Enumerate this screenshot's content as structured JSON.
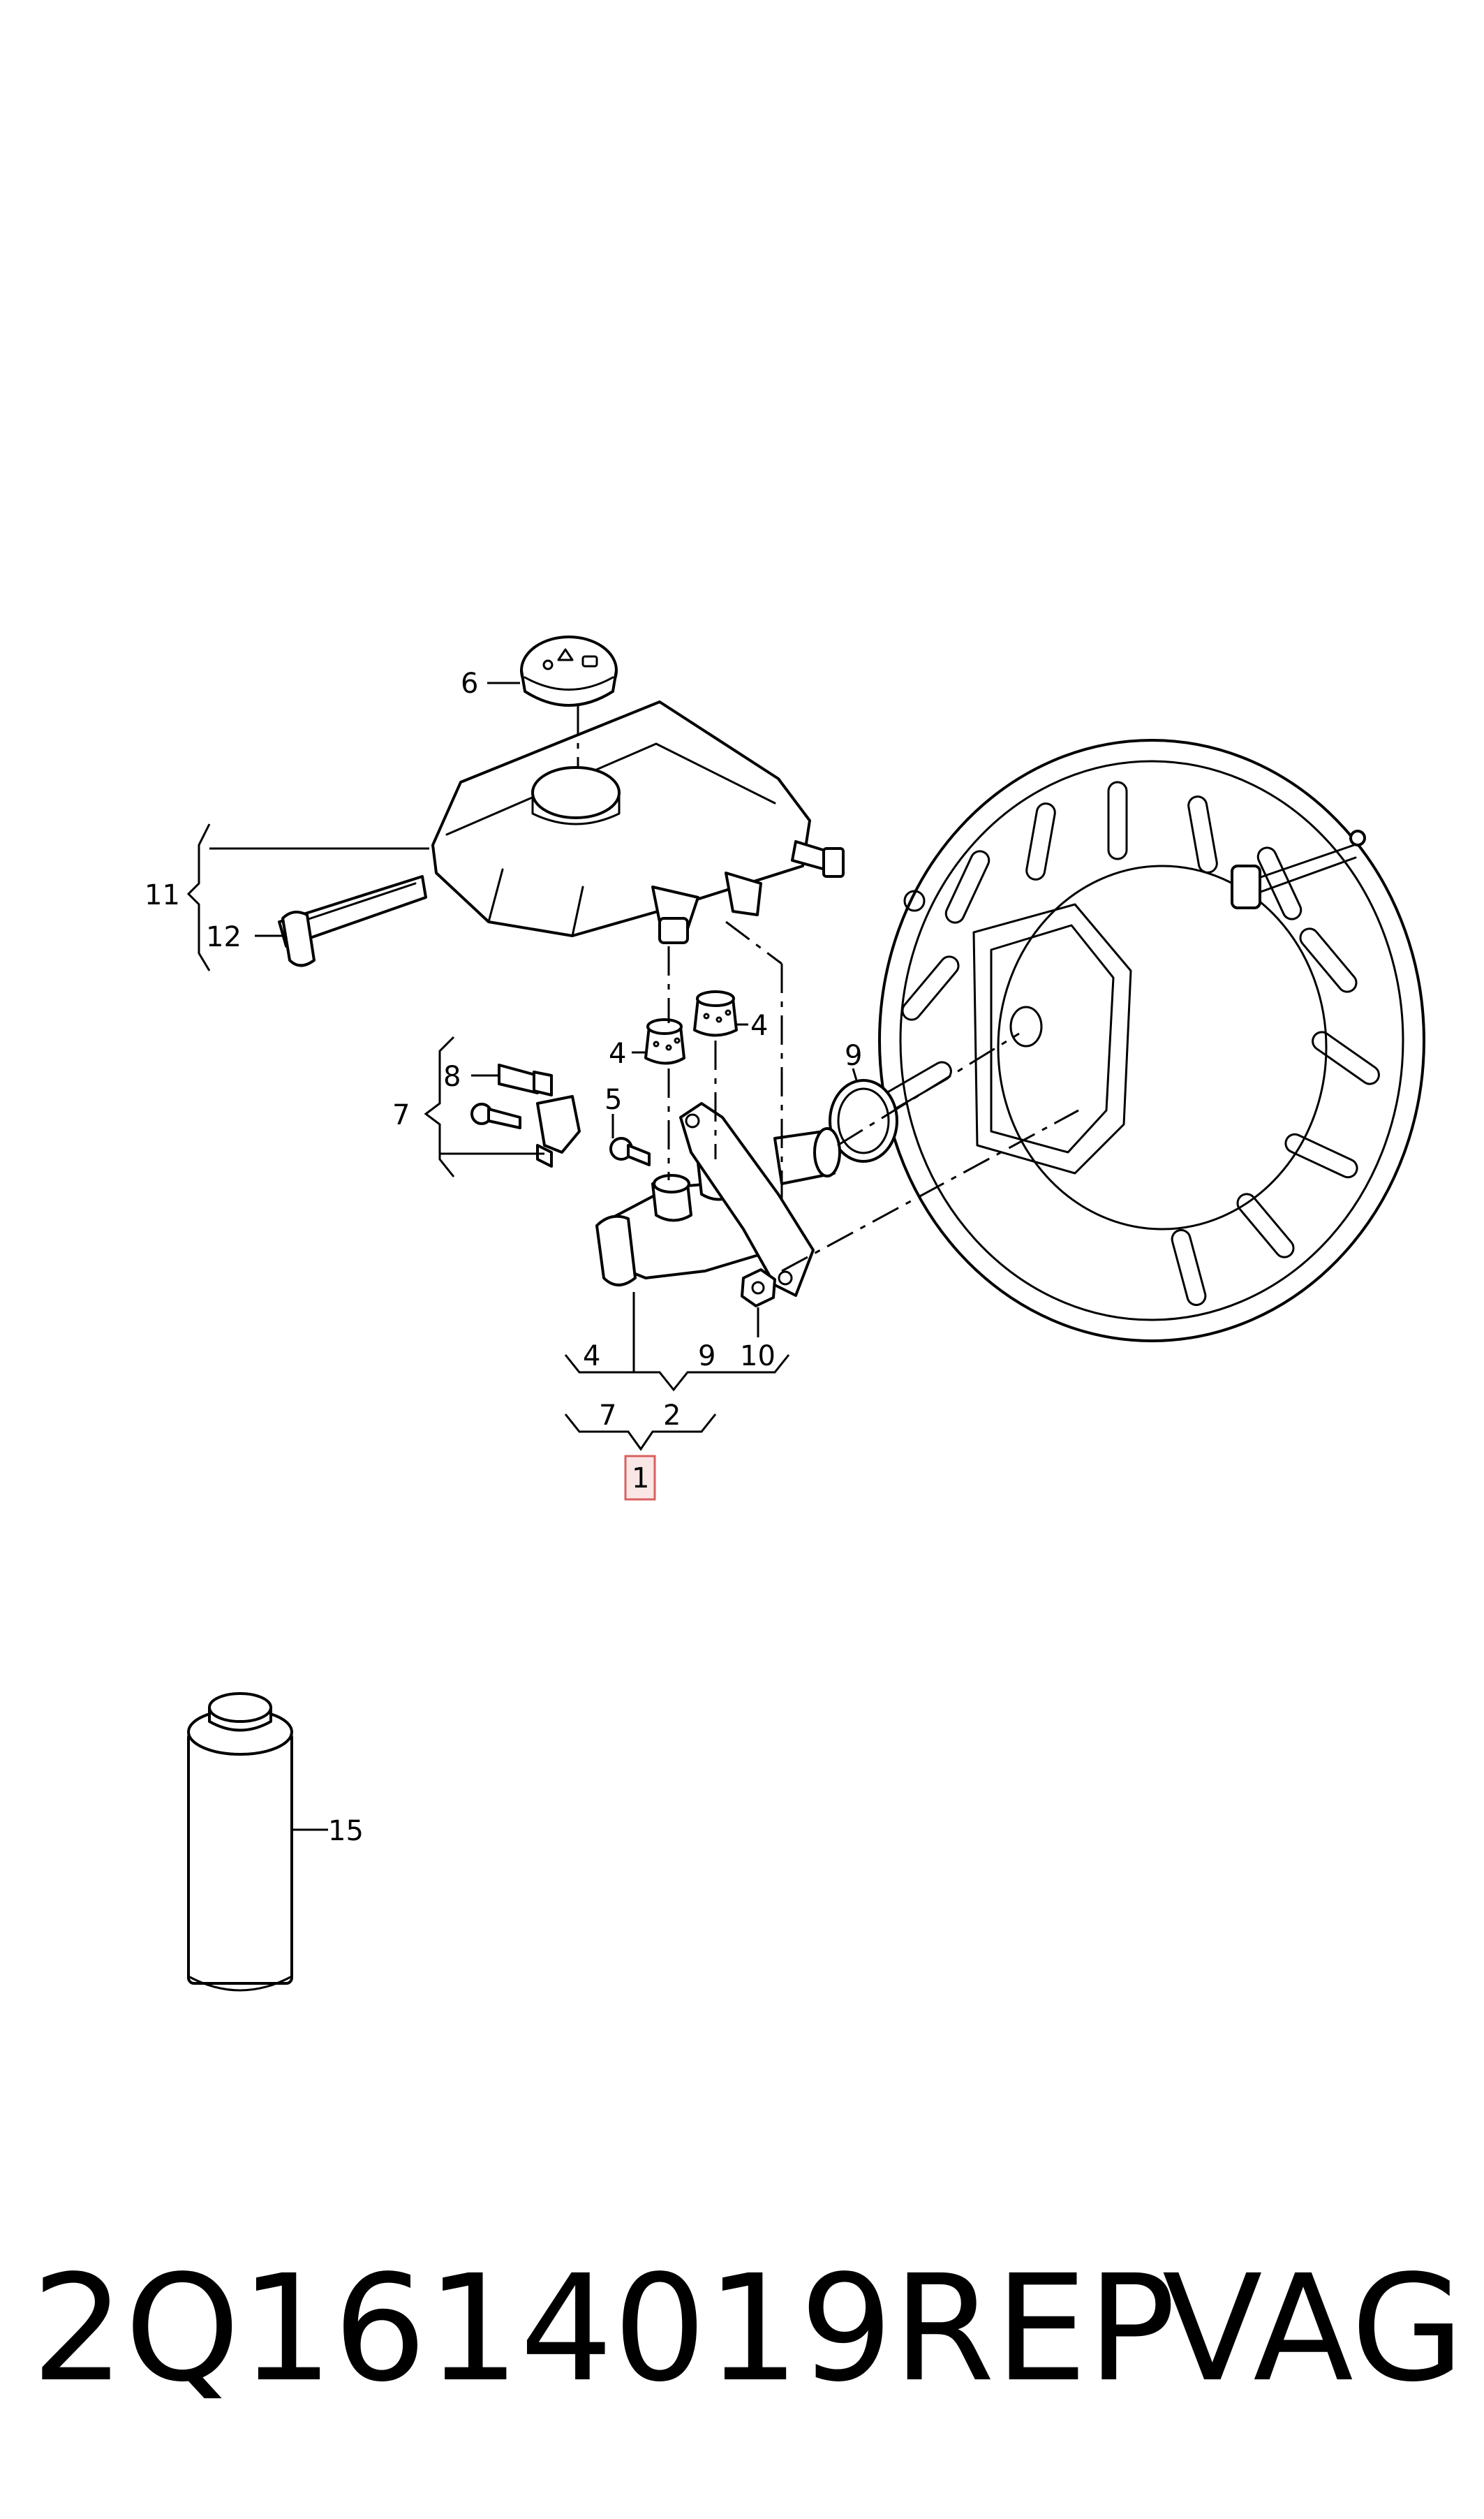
{
  "callouts": {
    "c1": "1",
    "c2": "2",
    "c4a": "4",
    "c4b": "4",
    "c4c": "4",
    "c5": "5",
    "c6": "6",
    "c7a": "7",
    "c7b": "7",
    "c8": "8",
    "c9a": "9",
    "c9b": "9",
    "c10": "10",
    "c11": "11",
    "c12": "12",
    "c15": "15"
  },
  "highlighted_callout": "1",
  "colors": {
    "highlight_fill": "#fbe6e6",
    "highlight_border": "#d96060",
    "line": "#000000"
  },
  "footer": {
    "part_number": "2Q1614019REP",
    "brand": "VAG"
  }
}
